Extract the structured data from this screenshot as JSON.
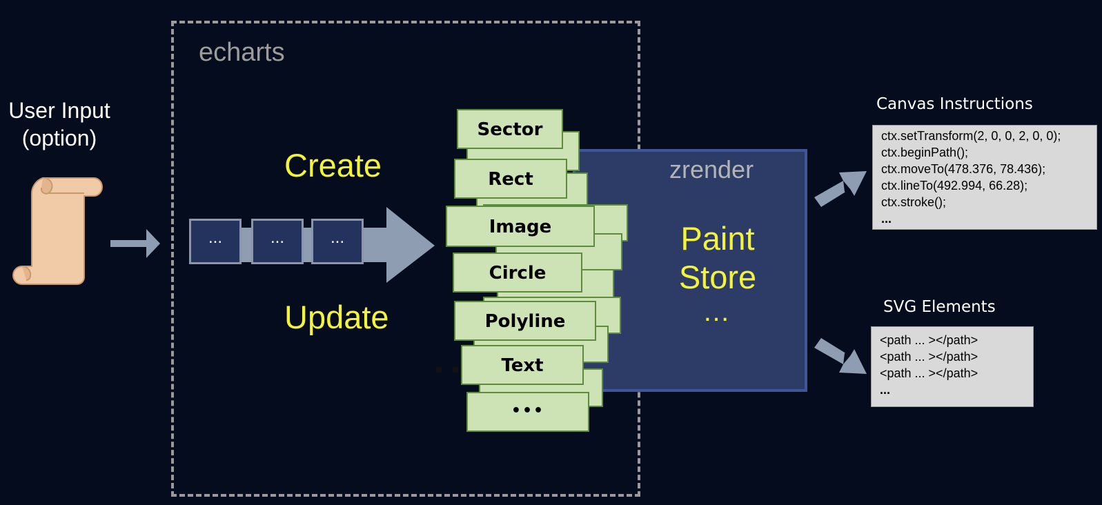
{
  "user_input": {
    "line1": "User Input",
    "line2": "(option)"
  },
  "echarts": {
    "label": "echarts"
  },
  "pipeline": {
    "create_label": "Create",
    "update_label": "Update",
    "nodes": [
      "...",
      "...",
      "..."
    ]
  },
  "elements": [
    "Sector",
    "Rect",
    "Image",
    "Circle",
    "Polyline",
    "Text",
    "•••"
  ],
  "zrender": {
    "label": "zrender",
    "paint": "Paint",
    "store": "Store",
    "more": "…"
  },
  "canvas": {
    "title": "Canvas Instructions",
    "lines": [
      "ctx.setTransform(2, 0, 0, 2, 0, 0);",
      "ctx.beginPath();",
      "ctx.moveTo(478.376, 78.436);",
      "ctx.lineTo(492.994, 66.28);",
      "ctx.stroke();",
      "..."
    ]
  },
  "svg": {
    "title": "SVG Elements",
    "lines": [
      "<path ... ></path>",
      "<path ... ></path>",
      "<path ... ></path>",
      "..."
    ]
  },
  "colors": {
    "background": "#050c1e",
    "highlight_text": "#f3f33a",
    "zrender_fill": "#2c3c67",
    "element_fill": "#cde2b5",
    "arrow": "#8f9db3"
  },
  "icons": [
    "scroll-icon",
    "arrow-right-icon",
    "big-arrow-icon"
  ]
}
